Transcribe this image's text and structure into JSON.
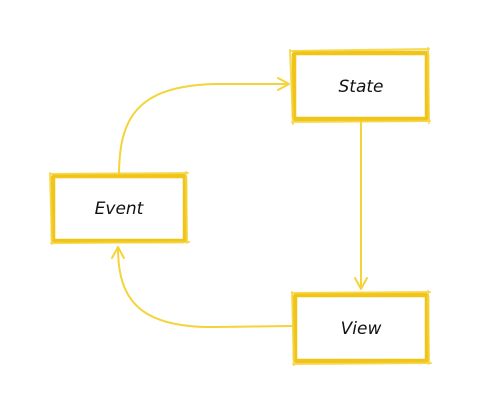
{
  "colors": {
    "accent": "#f5d33a",
    "accent_dark": "#f0c419",
    "text": "#111111",
    "background": "#ffffff"
  },
  "nodes": {
    "state": {
      "label": "State"
    },
    "event": {
      "label": "Event"
    },
    "view": {
      "label": "View"
    }
  },
  "edges": [
    {
      "from": "Event",
      "to": "State"
    },
    {
      "from": "State",
      "to": "View"
    },
    {
      "from": "View",
      "to": "Event"
    }
  ]
}
